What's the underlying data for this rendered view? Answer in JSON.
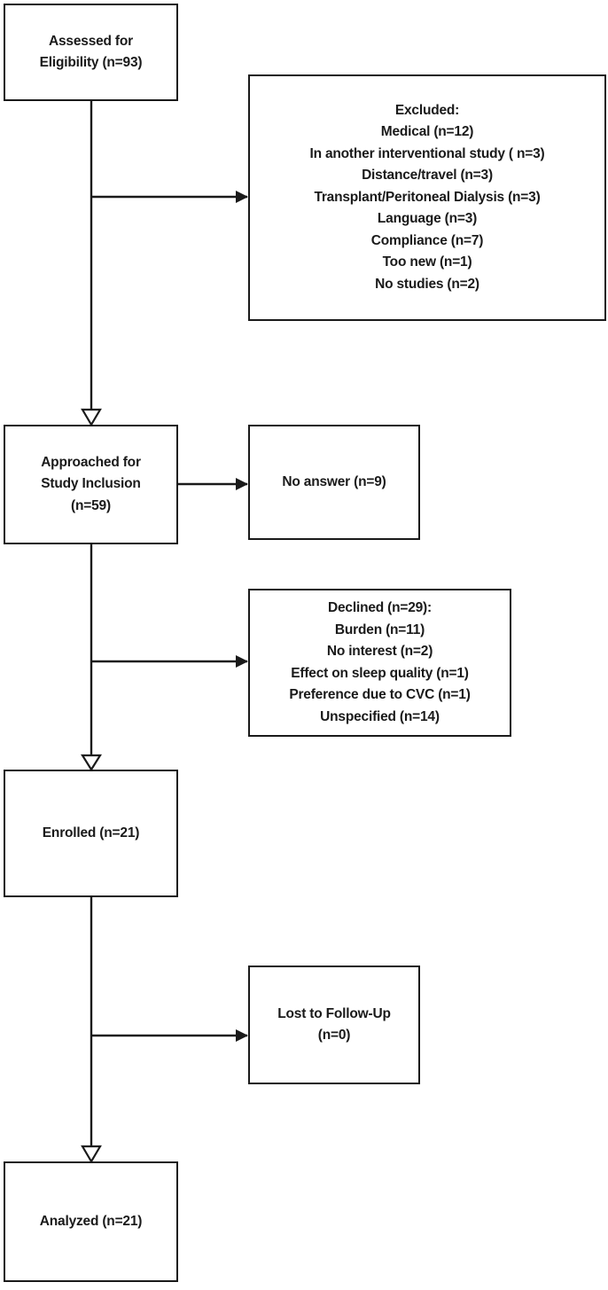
{
  "flow": {
    "assessed": {
      "line1": "Assessed for",
      "line2": "Eligibility (n=93)"
    },
    "excluded": {
      "heading": "Excluded:",
      "items": [
        "Medical (n=12)",
        "In another interventional study ( n=3)",
        "Distance/travel (n=3)",
        "Transplant/Peritoneal Dialysis (n=3)",
        "Language (n=3)",
        "Compliance (n=7)",
        "Too new (n=1)",
        "No studies (n=2)"
      ]
    },
    "approached": {
      "line1": "Approached for",
      "line2": "Study Inclusion",
      "line3": "(n=59)"
    },
    "no_answer": {
      "label": "No answer (n=9)"
    },
    "declined": {
      "heading": "Declined (n=29):",
      "items": [
        "Burden (n=11)",
        "No interest (n=2)",
        "Effect on sleep quality (n=1)",
        "Preference due to CVC (n=1)",
        "Unspecified (n=14)"
      ]
    },
    "enrolled": {
      "label": "Enrolled (n=21)"
    },
    "lost": {
      "line1": "Lost to Follow-Up",
      "line2": "(n=0)"
    },
    "analyzed": {
      "label": "Analyzed (n=21)"
    }
  },
  "colors": {
    "stroke": "#1a1a1a",
    "background": "#ffffff"
  }
}
